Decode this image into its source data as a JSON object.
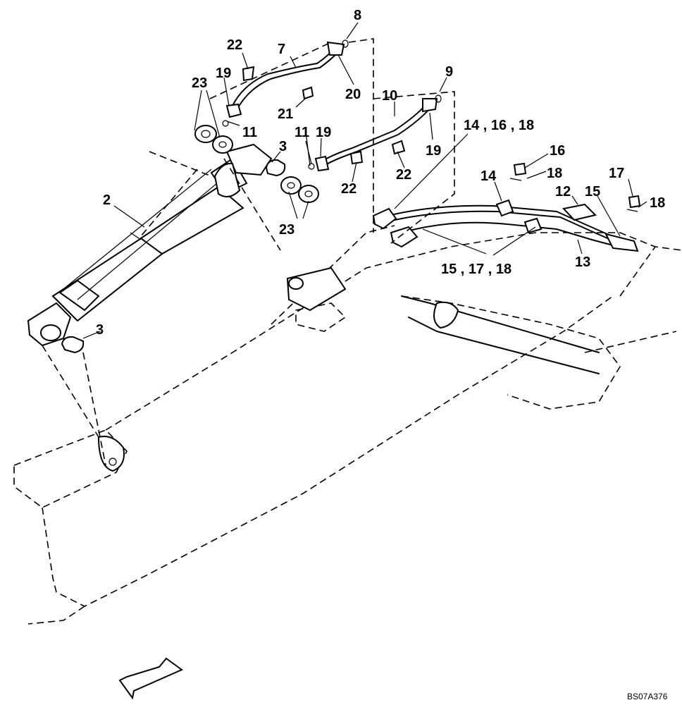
{
  "callouts": [
    "2",
    "3",
    "3",
    "7",
    "8",
    "9",
    "10",
    "11",
    "11",
    "12",
    "13",
    "14",
    "14 , 16 , 18",
    "15",
    "15 , 17 , 18",
    "16",
    "17",
    "18",
    "18",
    "19",
    "19",
    "19",
    "20",
    "21",
    "22",
    "22",
    "22",
    "23",
    "23"
  ],
  "drawing_code": "BS07A376",
  "colors": {
    "line": "#000000",
    "background": "#ffffff"
  }
}
